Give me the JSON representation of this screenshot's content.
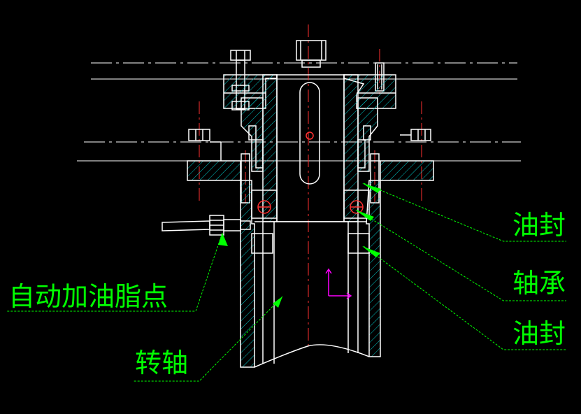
{
  "labels": {
    "oil_seal_top": "油封",
    "bearing": "轴承",
    "oil_seal_bottom": "油封",
    "auto_grease_point": "自动加油脂点",
    "rotating_shaft": "转轴"
  },
  "colors": {
    "background": "#000000",
    "lines": "#ffffff",
    "centerline": "#ff3030",
    "hatch": "#00c8c8",
    "leader": "#00ff00",
    "ucs": "#ff00ff"
  }
}
